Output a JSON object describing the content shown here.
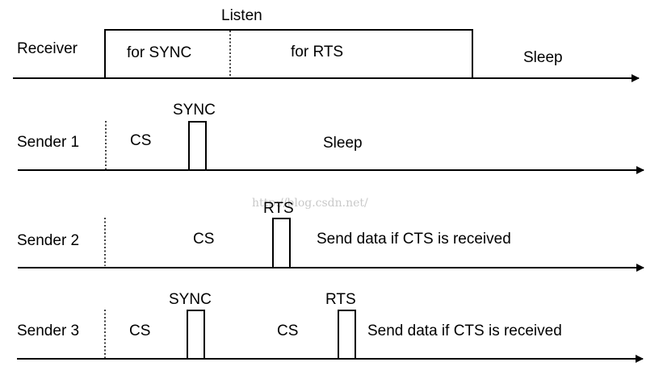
{
  "watermark": "http://blog.csdn.net/",
  "receiver": {
    "label": "Receiver",
    "listen_label": "Listen",
    "sync_segment": "for SYNC",
    "rts_segment": "for RTS",
    "sleep_label": "Sleep"
  },
  "sender1": {
    "label": "Sender 1",
    "cs_label": "CS",
    "sync_label": "SYNC",
    "sleep_label": "Sleep"
  },
  "sender2": {
    "label": "Sender 2",
    "cs_label": "CS",
    "rts_label": "RTS",
    "note": "Send data if CTS is received"
  },
  "sender3": {
    "label": "Sender 3",
    "cs1_label": "CS",
    "sync_label": "SYNC",
    "cs2_label": "CS",
    "rts_label": "RTS",
    "note": "Send data if CTS is received"
  }
}
